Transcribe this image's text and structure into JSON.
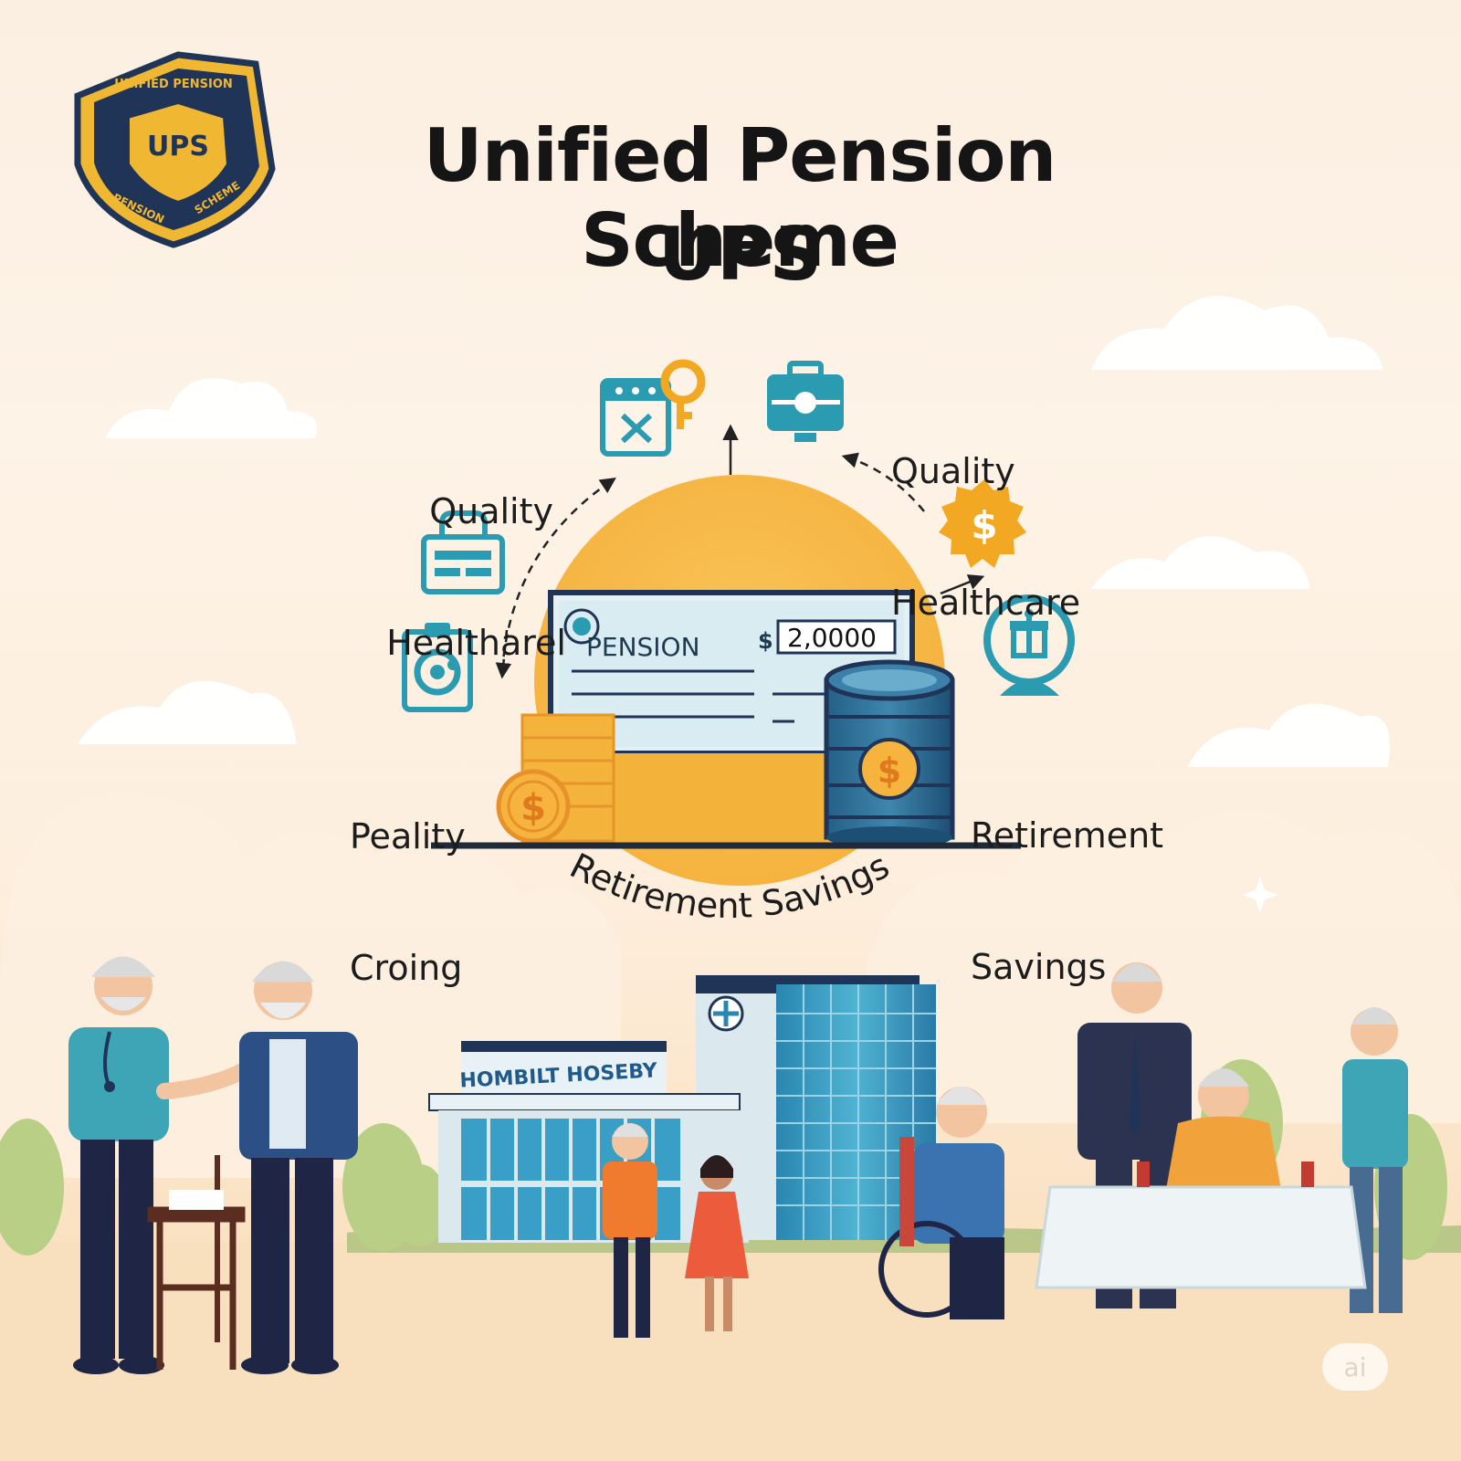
{
  "header": {
    "title_line1": "Unified Pension Scheme",
    "title_line2": "UPS"
  },
  "badge": {
    "center_text": "UPS",
    "ring_top_text": "UNIFIED PENSION",
    "ring_bottom_left": "PENSION",
    "ring_bottom_right": "SCHEME",
    "colors": {
      "gold": "#f0b732",
      "navy": "#1f3457"
    }
  },
  "benefits": {
    "top_left": {
      "line1": "Quality",
      "line2": "Healtharel"
    },
    "top_right": {
      "line1": "Quality",
      "line2": "Healthcare"
    },
    "mid_left": {
      "line1": "Peality",
      "line2": "Croing"
    },
    "mid_right": {
      "line1": "Retirement",
      "line2": "Savings"
    },
    "curved_caption": "Retirement Savings"
  },
  "check": {
    "label": "PENSION",
    "currency": "$",
    "amount": "2,0000"
  },
  "hospital": {
    "sign": "HOMBILT HOSEBY"
  },
  "watermark": {
    "text": "ai"
  },
  "colors": {
    "teal": "#2a9bb0",
    "orange": "#f3a823",
    "sun": "#f7bc48",
    "navy": "#1f3457"
  }
}
